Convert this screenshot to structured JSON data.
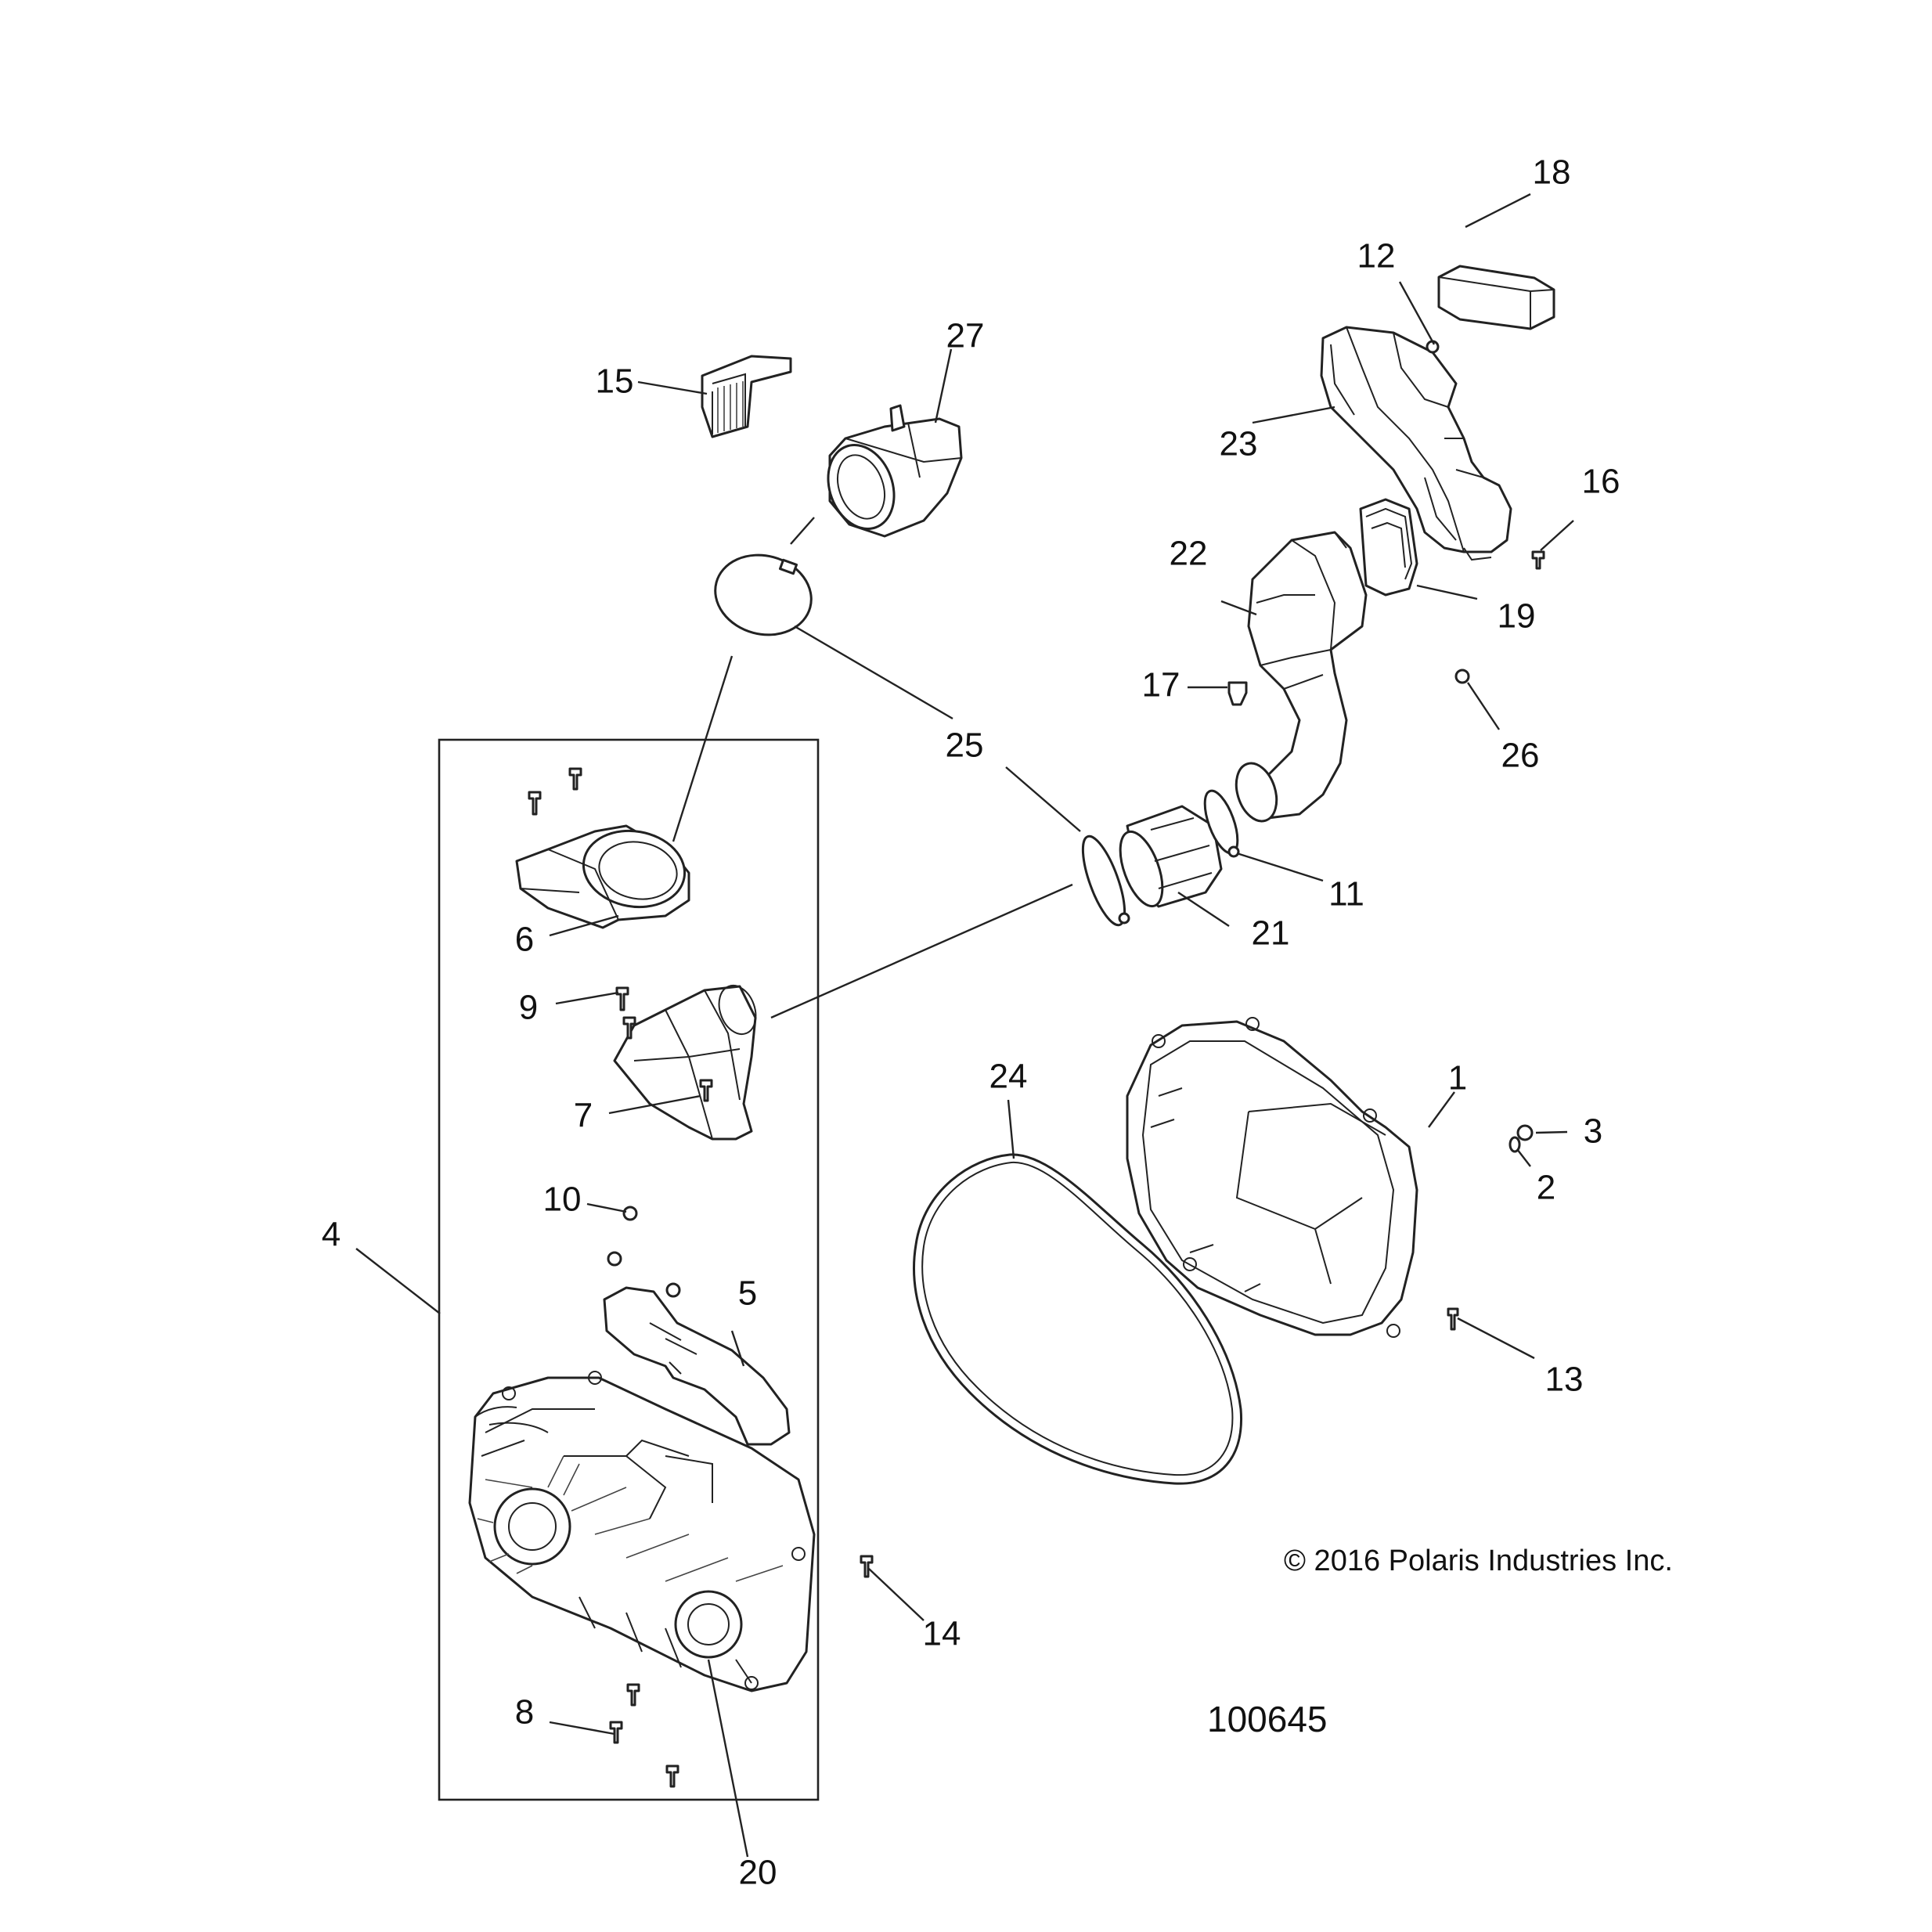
{
  "callouts": [
    "1",
    "2",
    "3",
    "4",
    "5",
    "6",
    "7",
    "8",
    "9",
    "10",
    "11",
    "12",
    "13",
    "14",
    "15",
    "16",
    "17",
    "18",
    "19",
    "20",
    "21",
    "22",
    "23",
    "24",
    "25",
    "26",
    "27"
  ],
  "copyright": "© 2016 Polaris Industries Inc.",
  "diagram_id": "100645"
}
